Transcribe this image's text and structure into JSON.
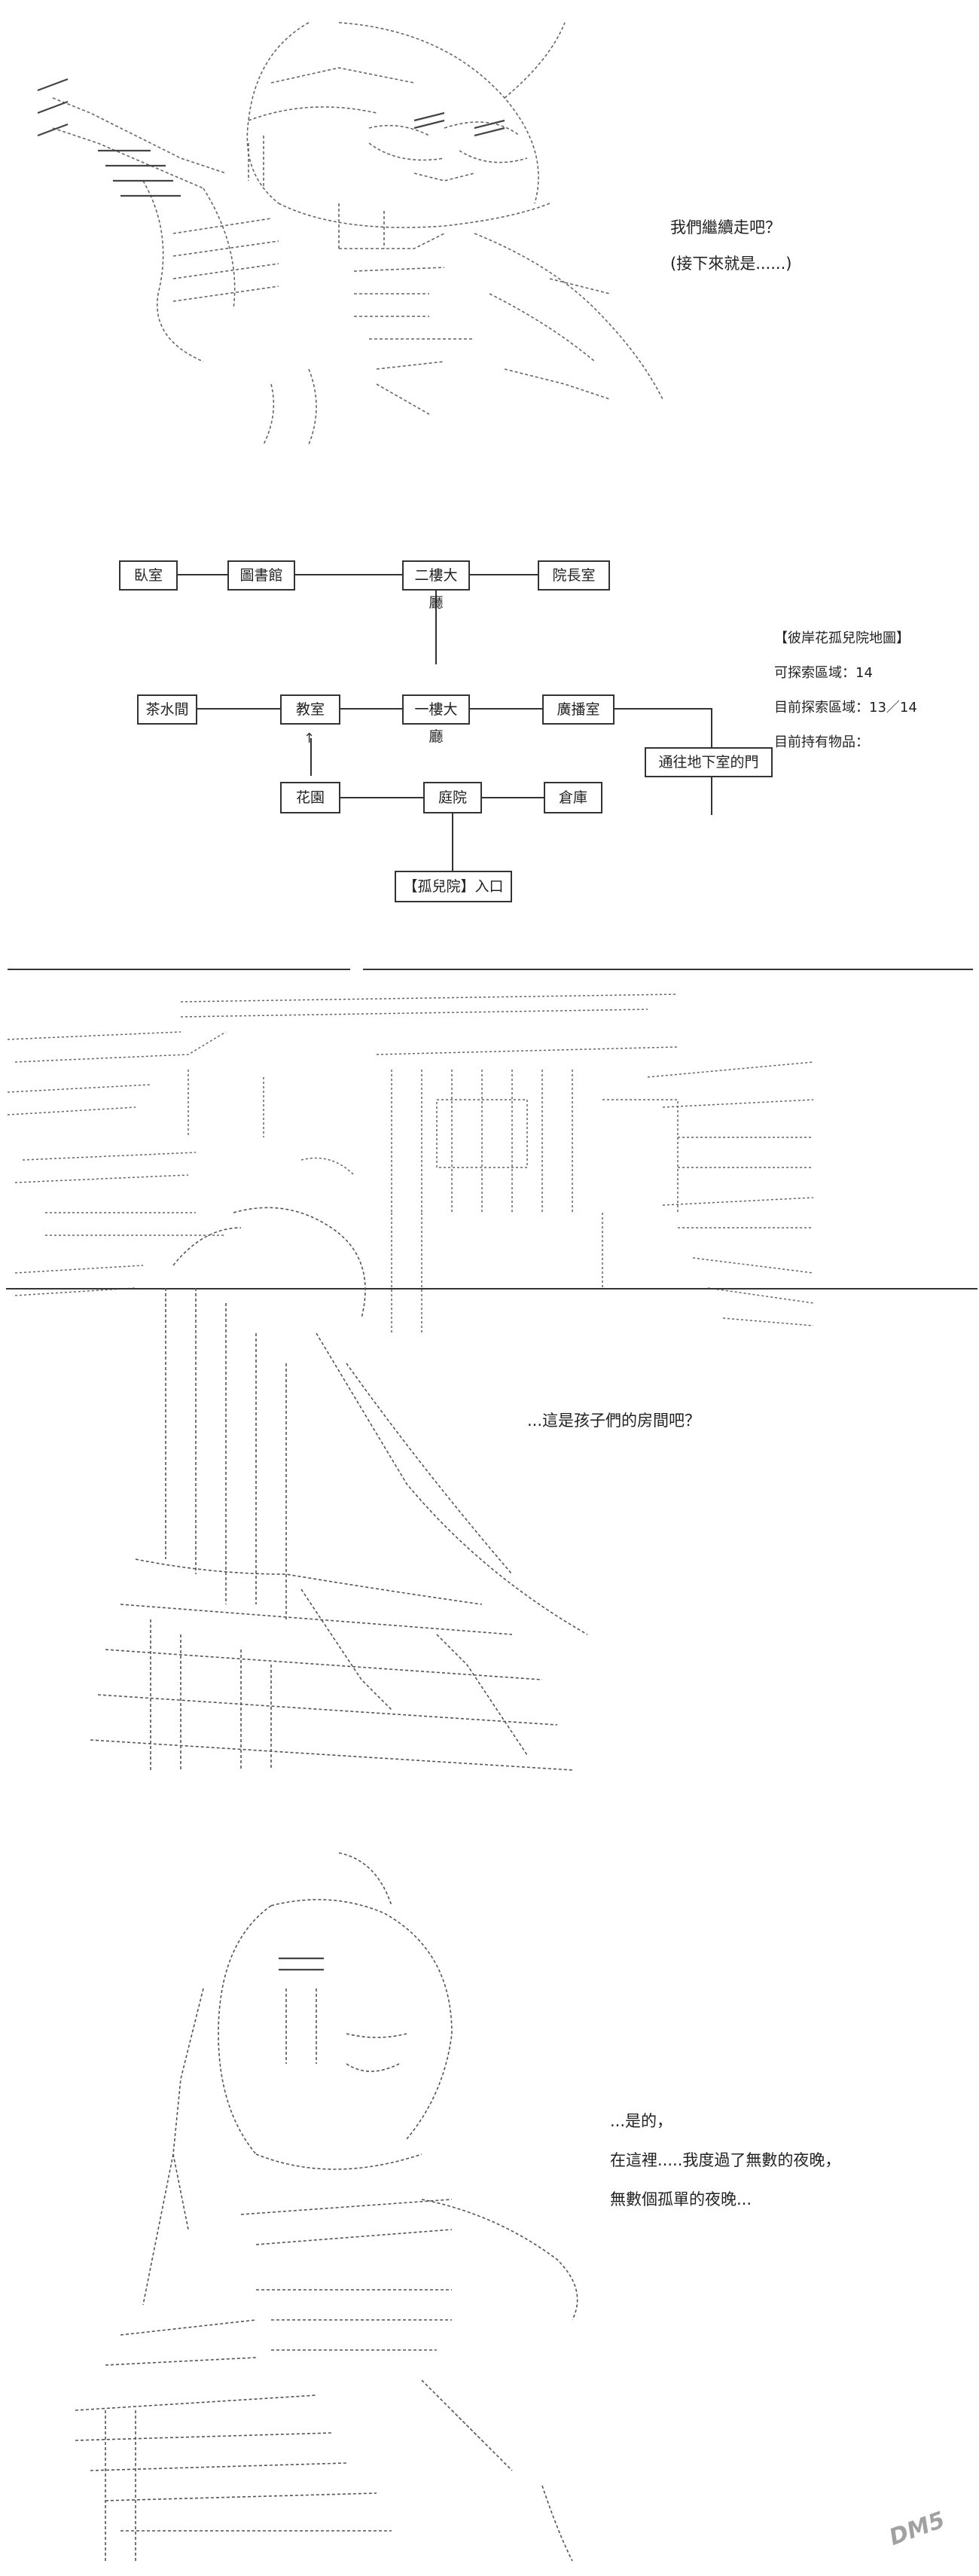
{
  "panel1": {
    "line1": "我們繼續走吧？",
    "line2": "(接下來就是......)"
  },
  "map": {
    "rooms": {
      "bedroom": "臥室",
      "library": "圖書館",
      "second_hall": "二樓大廳",
      "director": "院長室",
      "tea": "茶水間",
      "classroom": "教室",
      "first_hall": "一樓大廳",
      "broadcast": "廣播室",
      "basement_door": "通往地下室的門",
      "garden": "花園",
      "courtyard": "庭院",
      "warehouse": "倉庫",
      "entrance": "【孤兒院】入口"
    },
    "info": {
      "title": "【彼岸花孤兒院地圖】",
      "explorable": "可探索區域：14",
      "explored": "目前探索區域：13／14",
      "items": "目前持有物品："
    }
  },
  "panel3": {
    "line1": "...這是孩子們的房間吧？"
  },
  "panel4": {
    "line1": "...是的，",
    "line2": "在這裡.....我度過了無數的夜晚，",
    "line3": "無數個孤單的夜晚..."
  },
  "watermark": "DM5"
}
